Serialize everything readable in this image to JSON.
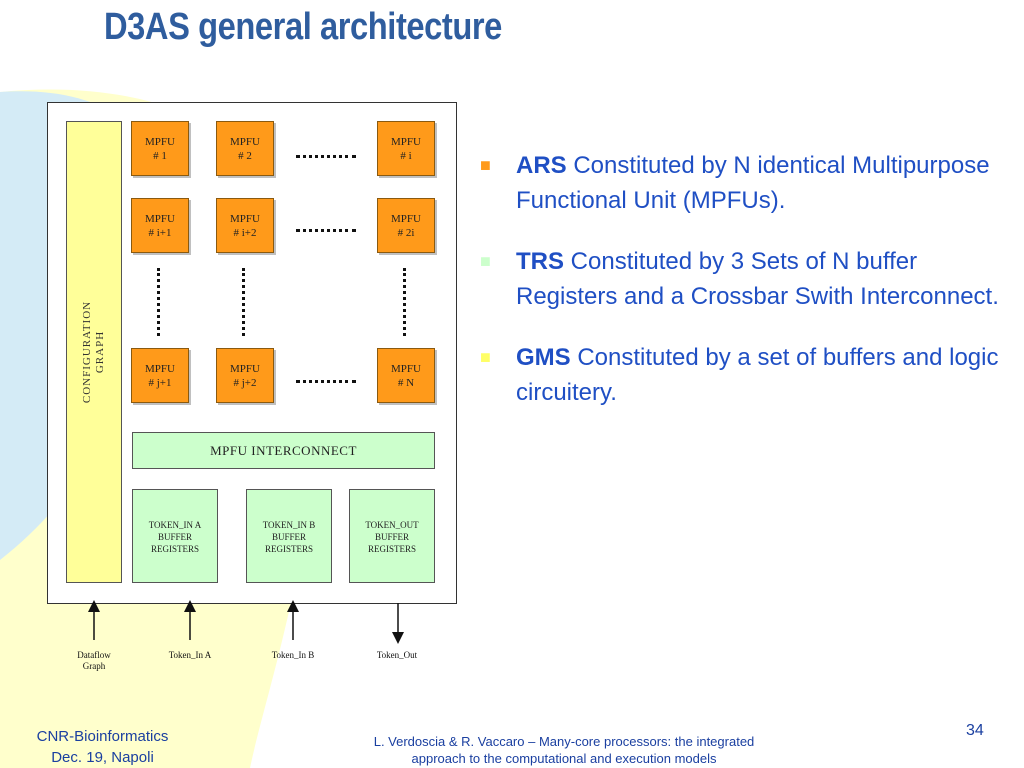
{
  "title": "D3AS general architecture",
  "diagram": {
    "config_graph": [
      "CONFIGURATION",
      "GRAPH"
    ],
    "mpfu_rows": [
      [
        {
          "name": "MPFU",
          "id": "# 1"
        },
        {
          "name": "MPFU",
          "id": "# 2"
        },
        {
          "name": "MPFU",
          "id": "# i"
        }
      ],
      [
        {
          "name": "MPFU",
          "id": "# i+1"
        },
        {
          "name": "MPFU",
          "id": "# i+2"
        },
        {
          "name": "MPFU",
          "id": "# 2i"
        }
      ],
      [
        {
          "name": "MPFU",
          "id": "# j+1"
        },
        {
          "name": "MPFU",
          "id": "# j+2"
        },
        {
          "name": "MPFU",
          "id": "# N"
        }
      ]
    ],
    "interconnect": "MPFU INTERCONNECT",
    "buffers": [
      [
        "TOKEN_IN A",
        "BUFFER",
        "REGISTERS"
      ],
      [
        "TOKEN_IN B",
        "BUFFER",
        "REGISTERS"
      ],
      [
        "TOKEN_OUT",
        "BUFFER",
        "REGISTERS"
      ]
    ],
    "io_labels": [
      [
        "Dataflow",
        "Graph"
      ],
      [
        "Token_In A"
      ],
      [
        "Token_In B"
      ],
      [
        "Token_Out"
      ]
    ]
  },
  "bullets": [
    {
      "marker_color": "#ff9a1a",
      "term": "ARS",
      "text": " Constituted by N identical Multipurpose Functional Unit (MPFUs)."
    },
    {
      "marker_color": "#ccffcc",
      "term": "TRS",
      "text": " Constituted by 3 Sets of N buffer Registers and a Crossbar Swith Interconnect."
    },
    {
      "marker_color": "#ffff99",
      "term": "GMS",
      "text": " Constituted by a set of buffers and logic circuitery."
    }
  ],
  "footer": {
    "left": [
      "CNR-Bioinformatics",
      "Dec. 19, Napoli"
    ],
    "center": [
      "L. Verdoscia & R. Vaccaro – Many-core processors: the integrated",
      "approach to the computational and execution models"
    ],
    "page_number": "34"
  }
}
